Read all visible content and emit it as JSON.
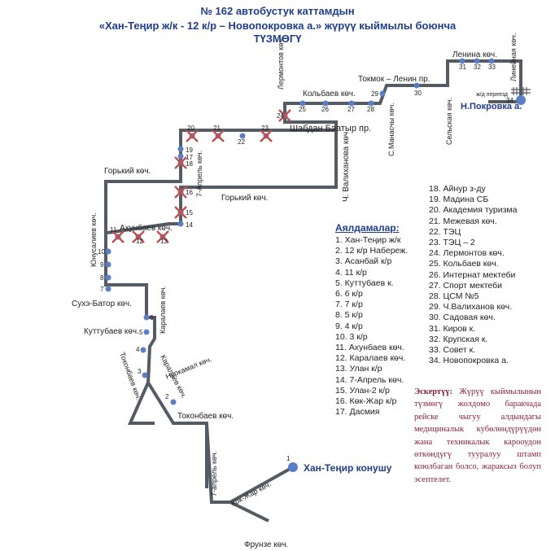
{
  "header": {
    "line1": "№ 162  автобустук каттамдын",
    "line2": "«Хан-Теңир ж/к - 12 к/р – Новопокровка а.» жүрүү кыймылы боюнча",
    "line3": "ТҮЗМӨГҮ"
  },
  "colors": {
    "route": "#555b64",
    "stop": "#5b7fc7",
    "cross": "#c0504d",
    "title": "#1f3d8a",
    "note": "#8a1f3c"
  },
  "streets": {
    "gorky_top": "Горький көч.",
    "gorky_mid": "Горький көч.",
    "lermontov": "Лермонтов көч.",
    "kolbaev": "Кольбаев көч.",
    "shabdan": "Шабдан Баатыр пр.",
    "valikhanov": "Ч. Валиханова көч.",
    "manas": "С.Манасчы көч.",
    "tokmok_lenin": "Токмок – Ленин пр.",
    "lenina": "Ленина көч.",
    "lineynaya": "Линейная көч.",
    "selskaya": "Сельская көч.",
    "pereezd": "ж/д переезд",
    "aprel7_top": "7-Апрель көч.",
    "yunusaliev": "Юнусалиев көч.",
    "akhunbaev": "Ахунбаев көч.",
    "sukhe_bator": "Сухэ-Батор көч.",
    "kutubaev": "Куттубаев көч.",
    "karalaev_upper": "Каралаев көч.",
    "karalaev_lower": "Каралаев көч.",
    "nurkamal": "Нуркамал көч.",
    "tokonbaev_diag": "Токонбаев көч.",
    "tokonbaev": "Токонбаев көч.",
    "aprel7_bottom": "7-апрель көч.",
    "kok_jar": "Кок-Жар көч.",
    "frunze": "Фрунзе көч."
  },
  "places": {
    "start": "Хан-Теңир конушу",
    "end": "Н.Покровка а."
  },
  "stops_a": {
    "title": "Аялдамалар:",
    "items": [
      "1. Хан-Теңир ж/к",
      "2. 12 к/р Набереж.",
      "3. Асанбай к/р",
      "4. 11 к/р",
      "5. Куттубаев к.",
      "6. 6 к/р",
      "7. 7 к/р",
      "8. 5 к/р",
      "9. 4 к/р",
      "10. 3 к/р",
      "11. Ахунбаев көч.",
      "12. Каралаев көч.",
      "13. Улан к/р",
      "14. 7-Апрель көч.",
      "15. Улан-2 к/р",
      "16. Көк-Жар к/р",
      "17. Дасмия"
    ]
  },
  "stops_b": {
    "items": [
      "18. Айнур з-ду",
      "19. Мадина СБ",
      "20. Академия туризма",
      "21. Межевая көч.",
      "22. ТЭЦ",
      "23. ТЭЦ – 2",
      "24. Лермонтов көч.",
      "25. Кольбаев көч.",
      "26. Интернат мектеби",
      "27. Спорт мектеби",
      "28. ЦСМ №5",
      "29. Ч.Валиханов көч.",
      "30. Садовая көч.",
      "31. Киров к.",
      "32. Крупская к.",
      "33. Совет к.",
      "34. Новопокровка а."
    ]
  },
  "note": {
    "title": "Эскертүү:",
    "text": "Жүрүү кыймылынын түзмөгү жолдомо баракчада рейске чыгуу алдындагы медициналык кубөлөндүрүүдөн жана техникалык карооудон өткөндүгү тууралуу штамп коюлбаган болсо, жараксыз болуп эсептелет."
  },
  "stop_numbers": [
    "1",
    "2",
    "3",
    "4",
    "5",
    "6",
    "7",
    "8",
    "9",
    "10",
    "11",
    "12",
    "13",
    "14",
    "15",
    "16",
    "17",
    "18",
    "19",
    "20",
    "21",
    "22",
    "23",
    "24",
    "25",
    "26",
    "27",
    "28",
    "29",
    "30",
    "31",
    "32",
    "33",
    "34"
  ]
}
